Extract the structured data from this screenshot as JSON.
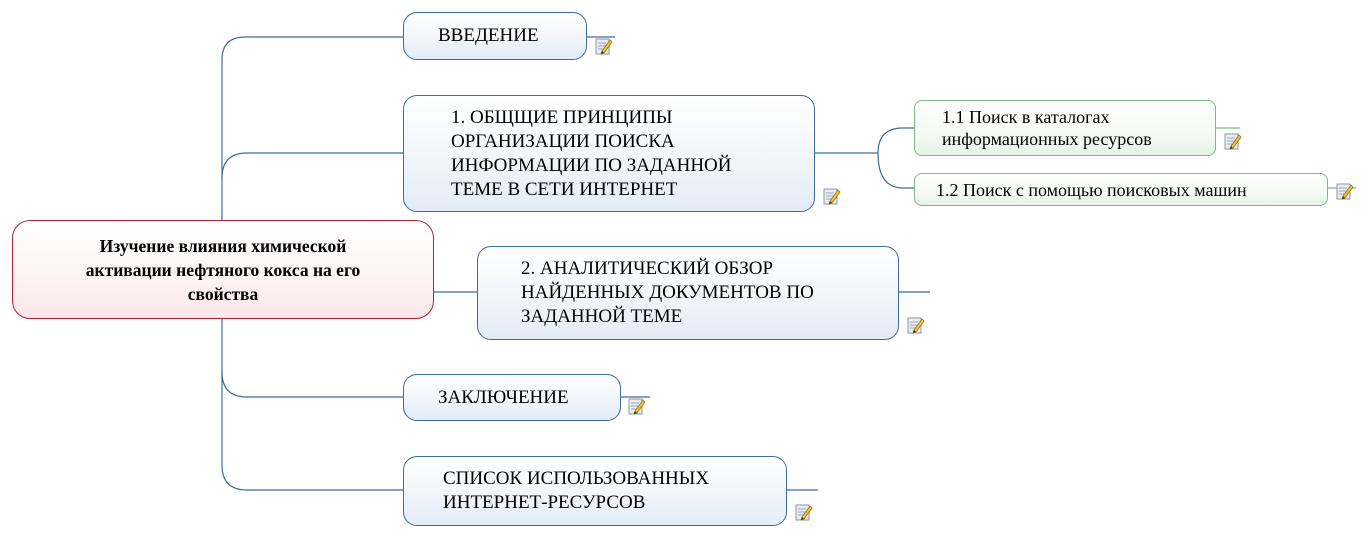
{
  "central": {
    "lines": [
      "Изучение влияния химической",
      "активации нефтяного кокса на его",
      "свойства"
    ]
  },
  "topics": [
    {
      "id": "intro",
      "lines": [
        "ВВЕДЕНИЕ"
      ]
    },
    {
      "id": "section1",
      "lines": [
        "1. ОБЩЩИЕ ПРИНЦИПЫ",
        "ОРГАНИЗАЦИИ ПОИСКА",
        "ИНФОРМАЦИИ ПО ЗАДАННОЙ",
        "ТЕМЕ В СЕТИ ИНТЕРНЕТ"
      ]
    },
    {
      "id": "section2",
      "lines": [
        "2. АНАЛИТИЧЕСКИЙ ОБЗОР",
        "НАЙДЕННЫХ ДОКУМЕНТОВ ПО",
        "ЗАДАННОЙ ТЕМЕ"
      ]
    },
    {
      "id": "conclusion",
      "lines": [
        "ЗАКЛЮЧЕНИЕ"
      ]
    },
    {
      "id": "sources",
      "lines": [
        "СПИСОК ИСПОЛЬЗОВАННЫХ",
        "ИНТЕРНЕТ-РЕСУРСОВ"
      ]
    }
  ],
  "subtopics": [
    {
      "id": "section1-1",
      "parent": "section1",
      "lines": [
        "1.1 Поиск в каталогах",
        "информационных ресурсов"
      ]
    },
    {
      "id": "section1-2",
      "parent": "section1",
      "lines": [
        "1.2 Поиск с помощью поисковых машин"
      ]
    }
  ],
  "icons": {
    "note": "note-icon"
  },
  "colors": {
    "central_border": "#b0243a",
    "topic_border": "#3e6d9c",
    "subtopic_border": "#7fba85",
    "connector": "#3e6d9c",
    "sub_connector": "#3e6d9c"
  }
}
